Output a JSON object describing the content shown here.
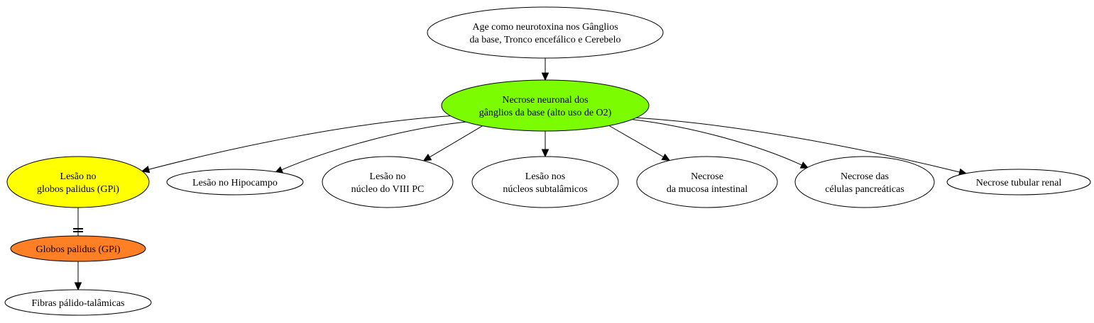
{
  "colors": {
    "green": "#7cfc00",
    "yellow": "#ffff00",
    "orange": "#ff7f24",
    "white": "#ffffff",
    "stroke": "#000000"
  },
  "nodes": [
    {
      "id": "neurotoxina",
      "lines": [
        "Age como neurotoxina nos Gânglios",
        "da base, Tronco encefálico e Cerebelo"
      ],
      "fill": "white"
    },
    {
      "id": "necrose-neuronal",
      "lines": [
        "Necrose neuronal dos",
        "gânglios da base (alto uso de O2)"
      ],
      "fill": "green"
    },
    {
      "id": "lesao-gpi",
      "lines": [
        "Lesão no",
        "globos palidus (GPi)"
      ],
      "fill": "yellow"
    },
    {
      "id": "lesao-hipocampo",
      "lines": [
        "Lesão no Hipocampo"
      ],
      "fill": "white"
    },
    {
      "id": "lesao-viii-pc",
      "lines": [
        "Lesão no",
        "núcleo do VIII PC"
      ],
      "fill": "white"
    },
    {
      "id": "lesao-subtalamicos",
      "lines": [
        "Lesão nos",
        "núcleos subtalâmicos"
      ],
      "fill": "white"
    },
    {
      "id": "necrose-mucosa",
      "lines": [
        "Necrose",
        "da mucosa intestinal"
      ],
      "fill": "white"
    },
    {
      "id": "necrose-pancreaticas",
      "lines": [
        "Necrose das",
        "células pancreáticas"
      ],
      "fill": "white"
    },
    {
      "id": "necrose-tubular",
      "lines": [
        "Necrose tubular renal"
      ],
      "fill": "white"
    },
    {
      "id": "globos-palidus",
      "lines": [
        "Globos palidus (GPi)"
      ],
      "fill": "orange"
    },
    {
      "id": "fibras",
      "lines": [
        "Fibras pálido-talâmicas"
      ],
      "fill": "white"
    }
  ],
  "edges": [
    {
      "from": "neurotoxina",
      "to": "necrose-neuronal",
      "head": "arrow"
    },
    {
      "from": "necrose-neuronal",
      "to": "lesao-gpi",
      "head": "arrow"
    },
    {
      "from": "necrose-neuronal",
      "to": "lesao-hipocampo",
      "head": "arrow"
    },
    {
      "from": "necrose-neuronal",
      "to": "lesao-viii-pc",
      "head": "arrow"
    },
    {
      "from": "necrose-neuronal",
      "to": "lesao-subtalamicos",
      "head": "arrow"
    },
    {
      "from": "necrose-neuronal",
      "to": "necrose-mucosa",
      "head": "arrow"
    },
    {
      "from": "necrose-neuronal",
      "to": "necrose-pancreaticas",
      "head": "arrow"
    },
    {
      "from": "necrose-neuronal",
      "to": "necrose-tubular",
      "head": "arrow"
    },
    {
      "from": "lesao-gpi",
      "to": "globos-palidus",
      "head": "tee"
    },
    {
      "from": "globos-palidus",
      "to": "fibras",
      "head": "arrow"
    }
  ]
}
